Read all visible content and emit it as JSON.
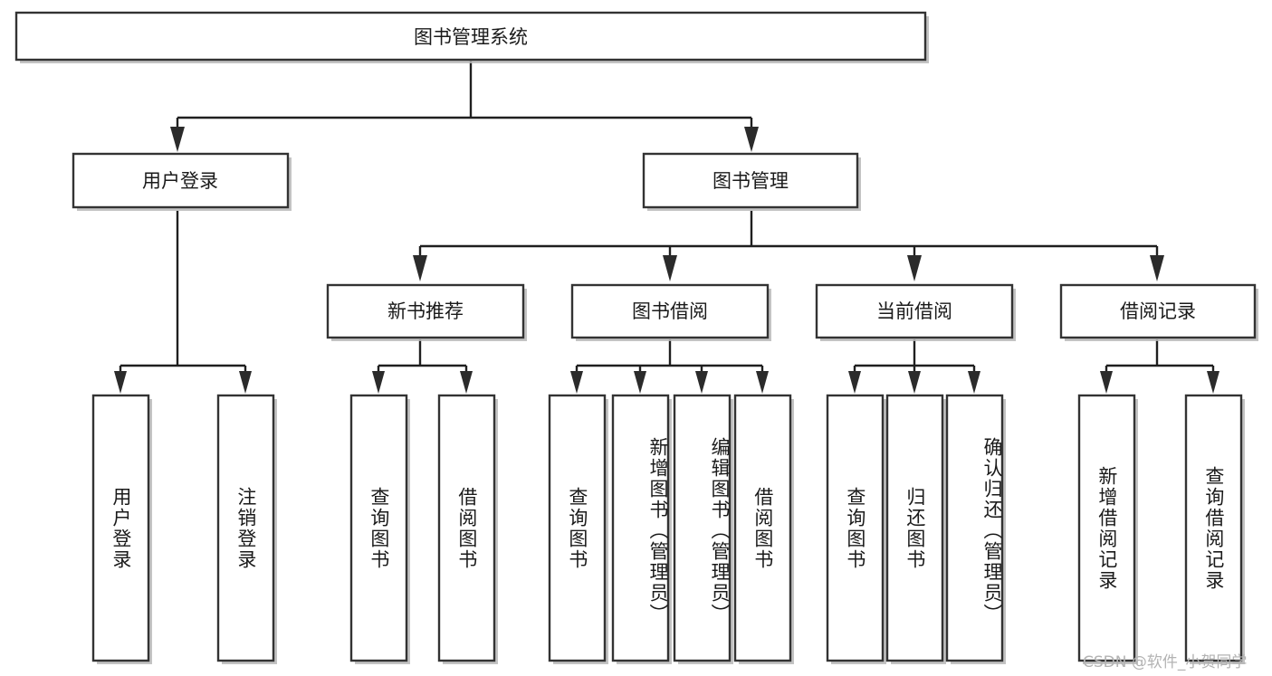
{
  "diagram": {
    "title": "图书管理系统",
    "type": "hierarchy-tree",
    "root": {
      "id": "root",
      "label": "图书管理系统",
      "orientation": "horizontal"
    },
    "level2": [
      {
        "id": "user-login",
        "label": "用户登录",
        "orientation": "horizontal"
      },
      {
        "id": "book-manage",
        "label": "图书管理",
        "orientation": "horizontal"
      }
    ],
    "level3": [
      {
        "id": "new-book-recommend",
        "label": "新书推荐",
        "orientation": "horizontal",
        "parent": "book-manage"
      },
      {
        "id": "book-borrow",
        "label": "图书借阅",
        "orientation": "horizontal",
        "parent": "book-manage"
      },
      {
        "id": "current-borrow",
        "label": "当前借阅",
        "orientation": "horizontal",
        "parent": "book-manage"
      },
      {
        "id": "borrow-record",
        "label": "借阅记录",
        "orientation": "horizontal",
        "parent": "book-manage"
      }
    ],
    "leaves": [
      {
        "id": "leaf-user-login",
        "label": "用户登录",
        "parent": "user-login",
        "orientation": "vertical"
      },
      {
        "id": "leaf-user-logout",
        "label": "注销登录",
        "parent": "user-login",
        "orientation": "vertical"
      },
      {
        "id": "leaf-query-book-1",
        "label": "查询图书",
        "parent": "new-book-recommend",
        "orientation": "vertical"
      },
      {
        "id": "leaf-borrow-book-1",
        "label": "借阅图书",
        "parent": "new-book-recommend",
        "orientation": "vertical"
      },
      {
        "id": "leaf-query-book-2",
        "label": "查询图书",
        "parent": "book-borrow",
        "orientation": "vertical"
      },
      {
        "id": "leaf-add-book",
        "label": "新增图书（管理员）",
        "parent": "book-borrow",
        "orientation": "vertical"
      },
      {
        "id": "leaf-edit-book",
        "label": "编辑图书（管理员）",
        "parent": "book-borrow",
        "orientation": "vertical"
      },
      {
        "id": "leaf-borrow-book-2",
        "label": "借阅图书",
        "parent": "book-borrow",
        "orientation": "vertical"
      },
      {
        "id": "leaf-query-book-3",
        "label": "查询图书",
        "parent": "current-borrow",
        "orientation": "vertical"
      },
      {
        "id": "leaf-return-book",
        "label": "归还图书",
        "parent": "current-borrow",
        "orientation": "vertical"
      },
      {
        "id": "leaf-confirm-return",
        "label": "确认归还（管理员）",
        "parent": "current-borrow",
        "orientation": "vertical"
      },
      {
        "id": "leaf-add-record",
        "label": "新增借阅记录",
        "parent": "borrow-record",
        "orientation": "vertical"
      },
      {
        "id": "leaf-query-record",
        "label": "查询借阅记录",
        "parent": "borrow-record",
        "orientation": "vertical"
      }
    ],
    "watermark": "CSDN @软件_小贺同学",
    "colors": {
      "box_stroke": "#333333",
      "box_fill": "#ffffff",
      "connector": "#1f1f1f",
      "text": "#1a1a1a",
      "watermark": "#b3b3b3",
      "shadow": "#b9b9b9"
    }
  }
}
